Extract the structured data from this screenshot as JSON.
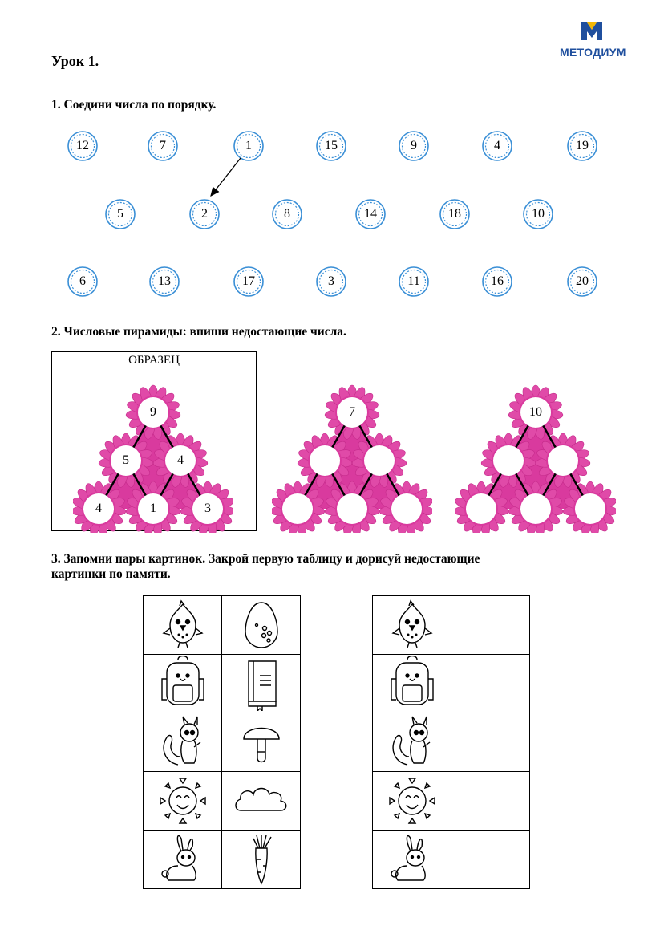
{
  "lesson_title": "Урок 1.",
  "logo": {
    "text": "МЕТОДИУМ",
    "colors": {
      "blue": "#1f4f9e",
      "gold": "#f2b705"
    }
  },
  "task1": {
    "title": "1. Соедини числа по порядку.",
    "rows": [
      [
        "12",
        "7",
        "1",
        "15",
        "9",
        "4",
        "19"
      ],
      [
        "5",
        "2",
        "8",
        "14",
        "18",
        "10"
      ],
      [
        "6",
        "13",
        "17",
        "3",
        "11",
        "16",
        "20"
      ]
    ]
  },
  "task2": {
    "title": "2. Числовые пирамиды: впиши недостающие числа.",
    "sample_label": "ОБРАЗЕЦ",
    "pyramids": [
      {
        "top": "9",
        "middle": [
          "5",
          "4"
        ],
        "bottom": [
          "4",
          "1",
          "3"
        ]
      },
      {
        "top": "7",
        "middle": [
          "",
          ""
        ],
        "bottom": [
          "",
          "",
          ""
        ]
      },
      {
        "top": "10",
        "middle": [
          "",
          ""
        ],
        "bottom": [
          "",
          "",
          ""
        ]
      }
    ],
    "colors": {
      "petal": "#e04aa8",
      "petal_dark": "#c42a8a",
      "fill": "#d93a9e"
    }
  },
  "task3": {
    "title_line1": "3. Запомни пары картинок. Закрой первую таблицу и дорисуй недостающие",
    "title_line2": "картинки по памяти.",
    "left_table": [
      [
        "bird-icon",
        "egg-icon"
      ],
      [
        "backpack-icon",
        "book-icon"
      ],
      [
        "squirrel-icon",
        "mushroom-icon"
      ],
      [
        "sun-icon",
        "cloud-icon"
      ],
      [
        "rabbit-icon",
        "carrot-icon"
      ]
    ],
    "right_table": [
      [
        "bird-icon",
        ""
      ],
      [
        "backpack-icon",
        ""
      ],
      [
        "squirrel-icon",
        ""
      ],
      [
        "sun-icon",
        ""
      ],
      [
        "rabbit-icon",
        ""
      ]
    ]
  },
  "colors": {
    "circle_blue": "#3a8fd6"
  }
}
